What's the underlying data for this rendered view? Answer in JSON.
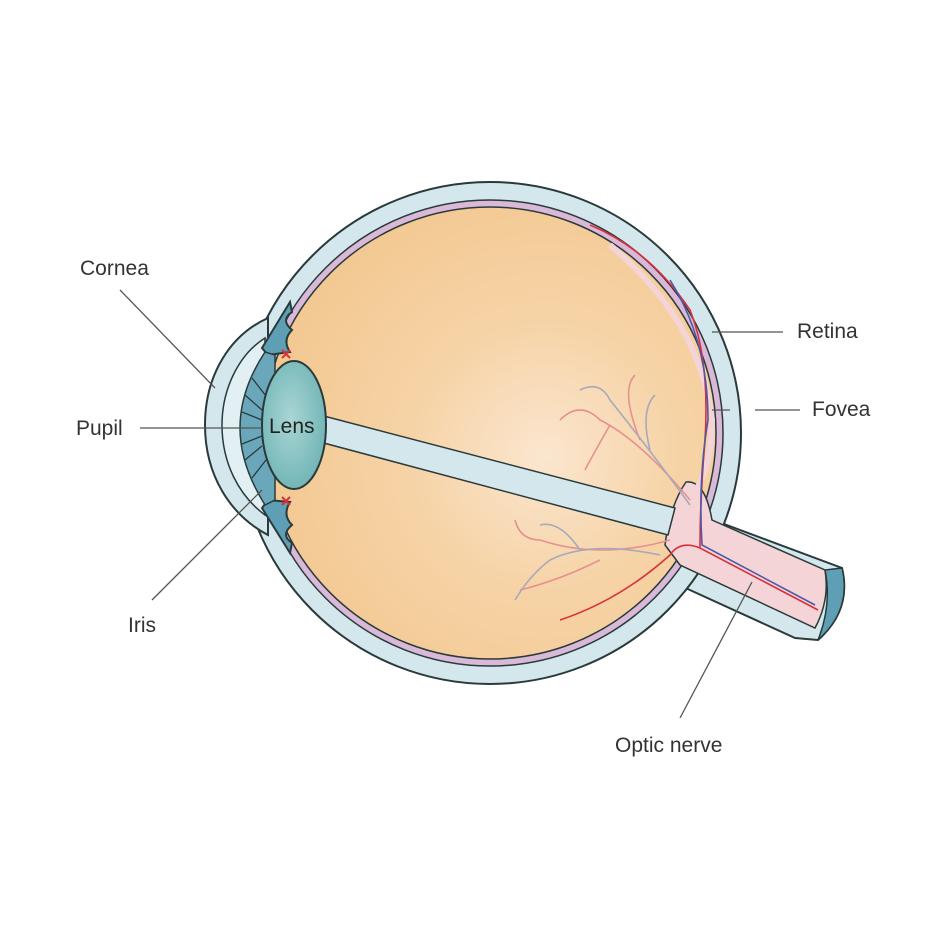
{
  "title": "Structure of the human eye",
  "labels": {
    "cornea": "Cornea",
    "pupil": "Pupil",
    "iris": "Iris",
    "lens": "Lens",
    "retina": "Retina",
    "fovea": "Fovea",
    "optic_nerve": "Optic nerve"
  },
  "colors": {
    "sclera": "#d3e7ec",
    "vitreous": "#f5cf9f",
    "choroid": "#d9b8d8",
    "iris": "#5f9fb5",
    "lens": "#86c3c4",
    "nerve": "#f4d4d6",
    "artery": "#d8303c",
    "vein": "#4a5aa8"
  }
}
